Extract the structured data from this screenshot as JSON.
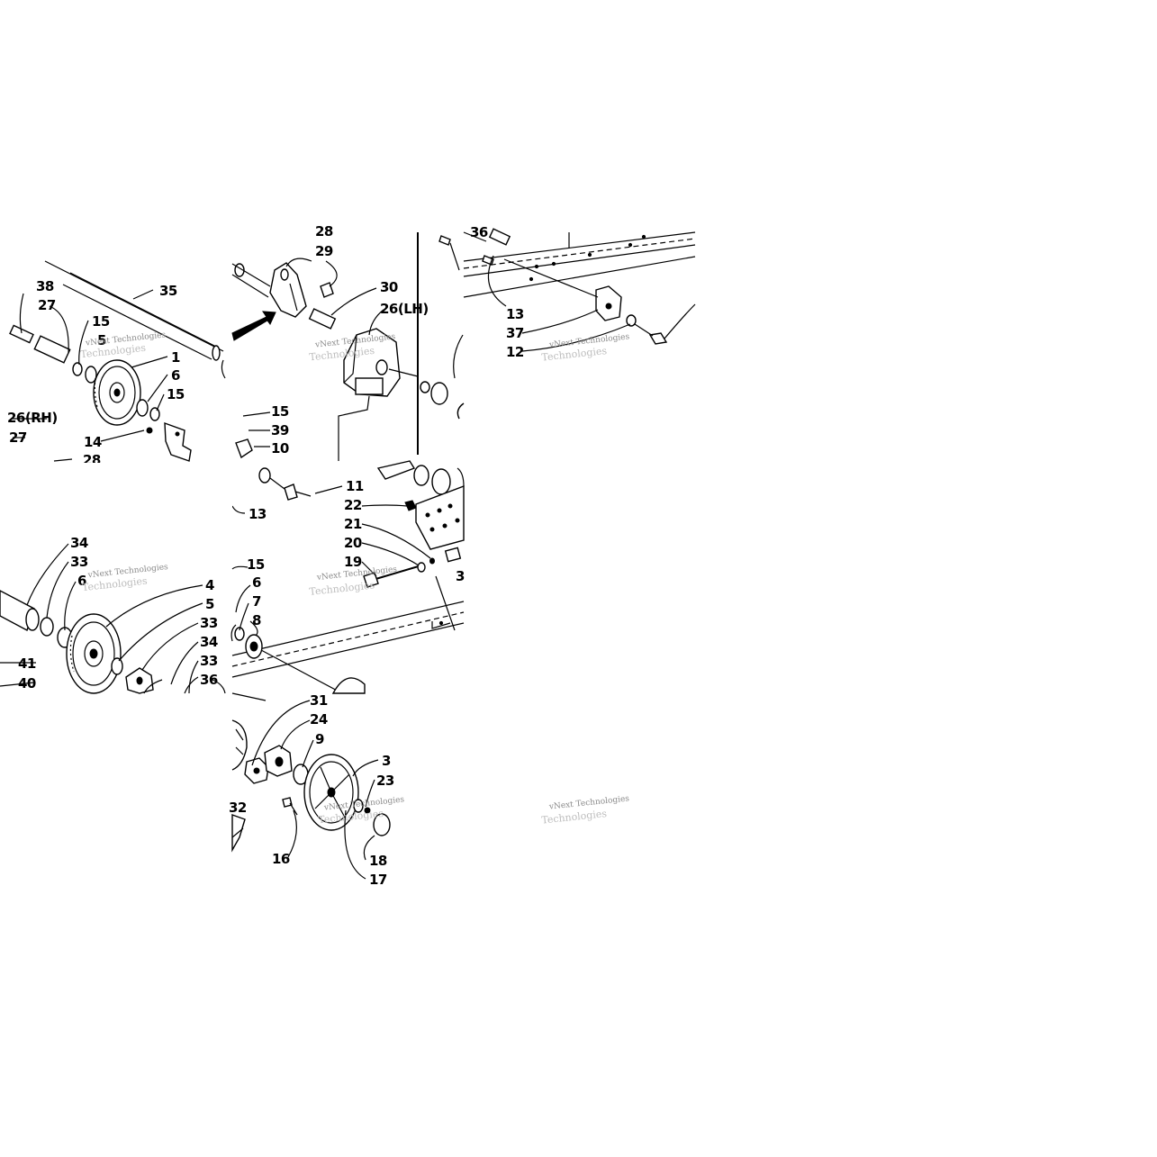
{
  "labels": {
    "l38": "38",
    "l27a": "27",
    "l15a": "15",
    "l5a": "5",
    "l35": "35",
    "l1": "1",
    "l6a": "6",
    "l15b": "15",
    "l26rh": "26(RH)",
    "l27b": "27",
    "l14": "14",
    "l28a": "28",
    "l28b": "28",
    "l29": "29",
    "l30": "30",
    "l26lh": "26(LH)",
    "l15c": "15",
    "l39": "39",
    "l10": "10",
    "l11": "11",
    "l13a": "13",
    "l13b": "13",
    "l37": "37",
    "l12": "12",
    "l22": "22",
    "l21": "21",
    "l20": "20",
    "l19": "19",
    "l3b": "3",
    "l34a": "34",
    "l33a": "33",
    "l6b": "6",
    "l4": "4",
    "l5b": "5",
    "l33b": "33",
    "l34b": "34",
    "l33c": "33",
    "l36": "36",
    "l41": "41",
    "l40": "40",
    "l15d": "15",
    "l6c": "6",
    "l7": "7",
    "l8": "8",
    "l31": "31",
    "l24": "24",
    "l9": "9",
    "l3": "3",
    "l23": "23",
    "l32": "32",
    "l16": "16",
    "l18": "18",
    "l17": "17"
  },
  "watermark": {
    "line1": "vNext Technologies",
    "line2": "Technologies"
  }
}
